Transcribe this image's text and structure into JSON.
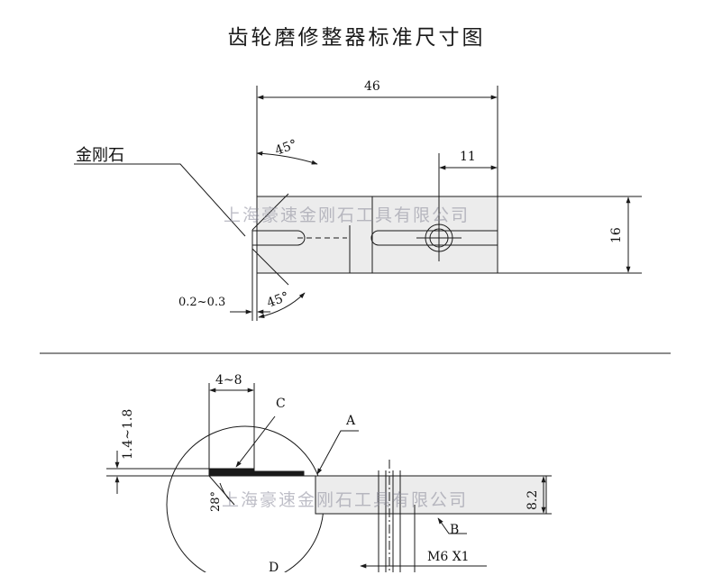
{
  "title": "齿轮磨修整器标准尺寸图",
  "top_view": {
    "diamond_label": "金刚石",
    "dim_length": "46",
    "dim_hole_offset": "11",
    "dim_height": "16",
    "angle_upper": "45°",
    "angle_lower": "45°",
    "dim_tip": "0.2~0.3"
  },
  "side_view": {
    "dim_width": "4~8",
    "dim_thickness": "1.4~1.8",
    "angle": "28°",
    "dim_height": "8.2",
    "label_a": "A",
    "label_b": "B",
    "label_c": "C",
    "label_d": "D",
    "thread": "M6 X1"
  },
  "watermark": "上海豪速金刚石工具有限公司",
  "colors": {
    "line": "#1a1a1a",
    "body_fill": "#e9e9e9",
    "watermark": "#8a8a9a"
  }
}
